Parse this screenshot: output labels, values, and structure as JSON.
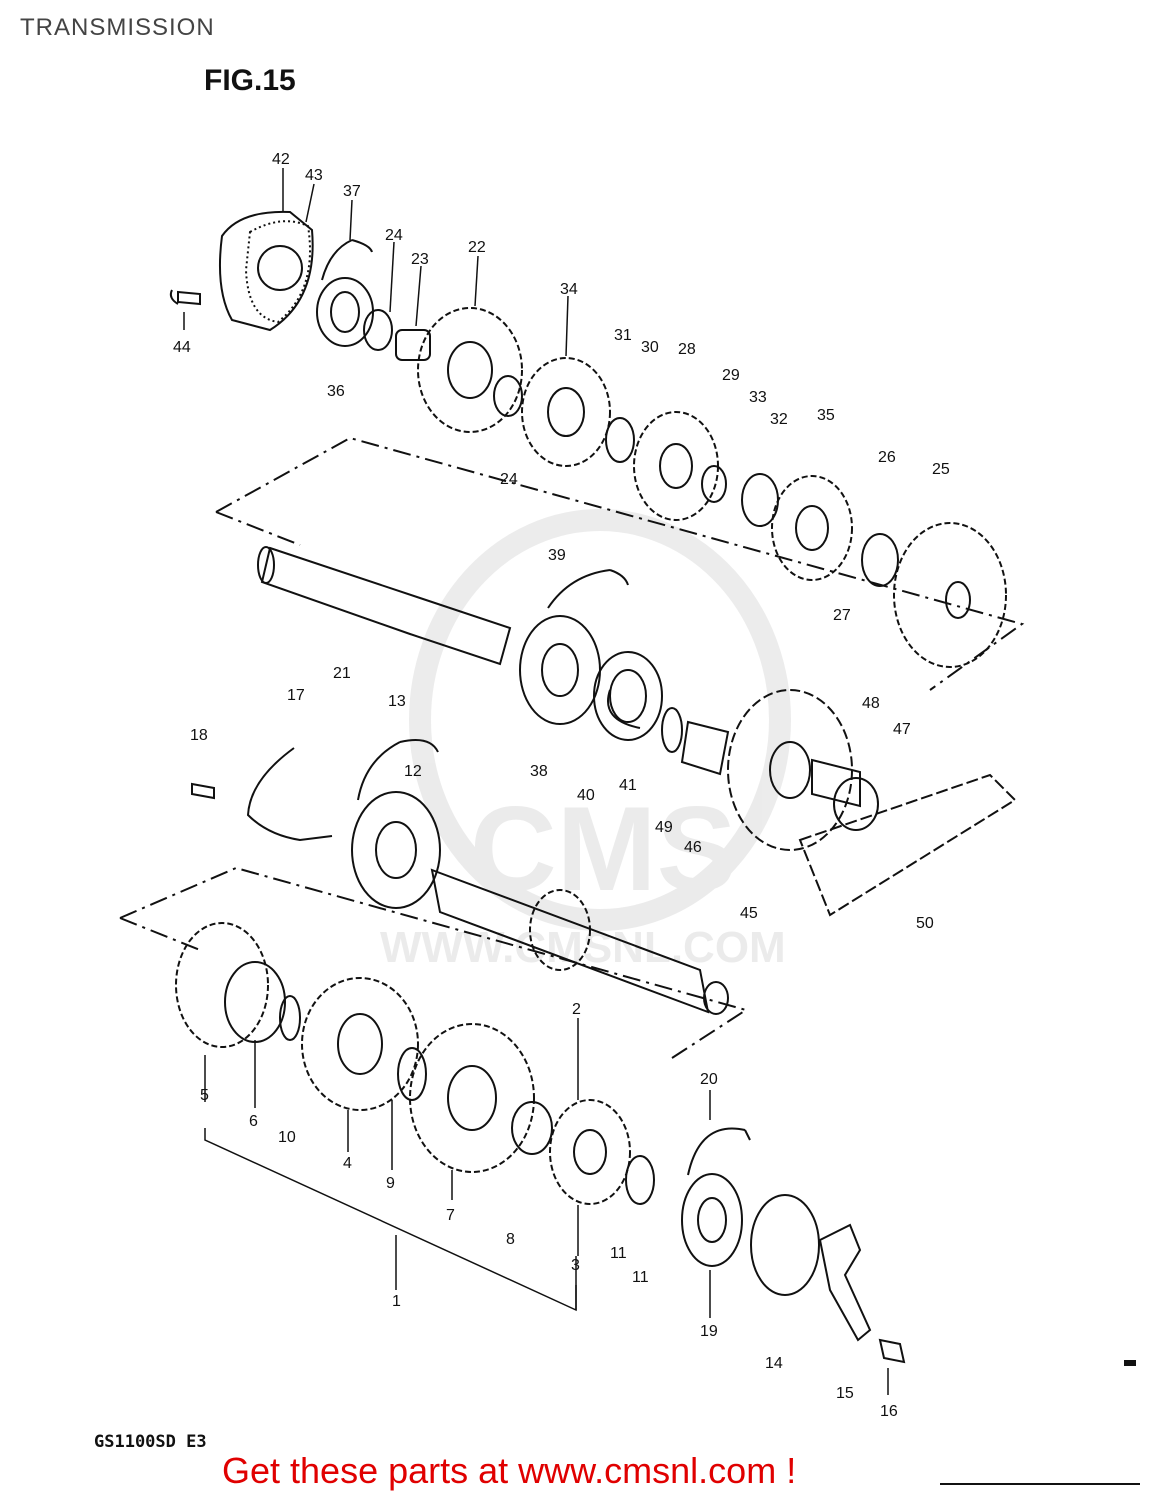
{
  "header": {
    "title": "TRANSMISSION",
    "figure": "FIG.15"
  },
  "footer": {
    "model": "GS1100SD  E3",
    "cta": "Get these parts at www.cmsnl.com !"
  },
  "watermark": {
    "brand": "CMS",
    "url": "WWW.CMSNL.COM"
  },
  "colors": {
    "cta": "#e00000",
    "watermark": "#dddddd",
    "ink": "#111111"
  },
  "callouts": [
    "42",
    "43",
    "37",
    "24",
    "23",
    "22",
    "34",
    "31",
    "30",
    "28",
    "29",
    "33",
    "32",
    "35",
    "26",
    "25",
    "44",
    "36",
    "24",
    "27",
    "39",
    "21",
    "38",
    "40",
    "41",
    "49",
    "46",
    "48",
    "47",
    "45",
    "50",
    "17",
    "13",
    "18",
    "12",
    "2",
    "5",
    "6",
    "10",
    "4",
    "9",
    "7",
    "8",
    "3",
    "11",
    "11",
    "1",
    "20",
    "19",
    "14",
    "15",
    "16"
  ]
}
